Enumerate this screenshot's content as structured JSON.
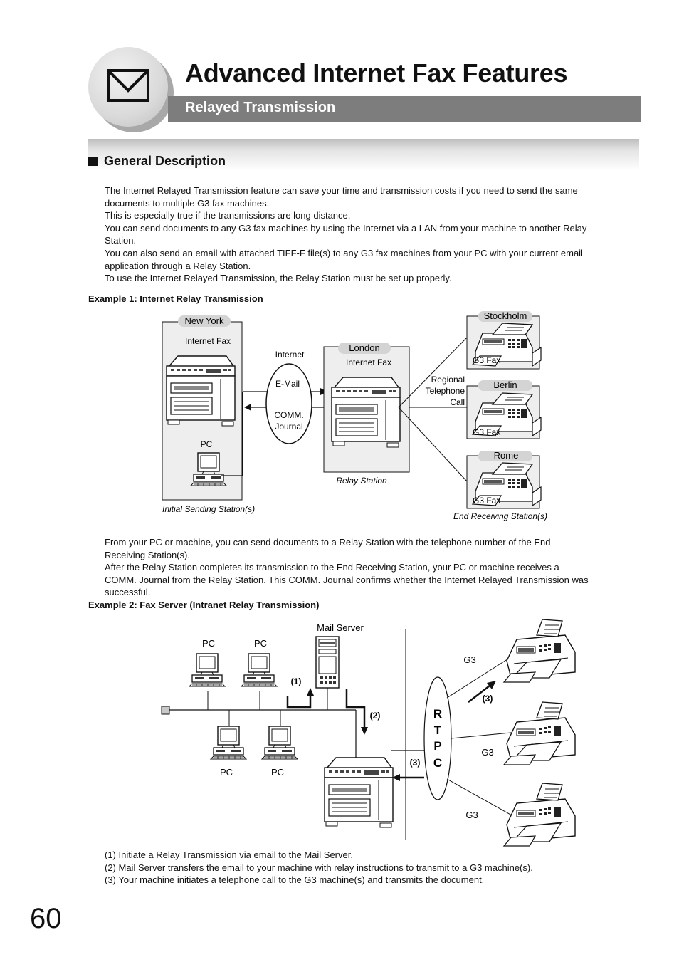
{
  "header": {
    "title": "Advanced Internet Fax Features",
    "subtitle": "Relayed Transmission",
    "icon": "envelope-icon"
  },
  "section": {
    "title": "General Description",
    "intro_lines": [
      "The Internet Relayed Transmission feature can save your time and transmission costs if you need to send the same",
      "documents to multiple G3 fax machines.",
      "This is especially true if the transmissions are long distance.",
      "You can send documents to any G3 fax machines by using the Internet via a LAN from your machine to another Relay",
      "Station.",
      "You can also send an email with attached TIFF-F file(s) to any G3 fax machines from your PC with your current email",
      "application through a Relay Station.",
      "To use the Internet Relayed Transmission, the Relay Station must be set up properly."
    ]
  },
  "example1": {
    "title": "Example 1: Internet Relay Transmission",
    "new_york": "New  York",
    "internet_fax_ny": "Internet Fax",
    "pc": "PC",
    "initial_station": "Initial Sending Station(s)",
    "internet": "Internet",
    "email": "E-Mail",
    "comm": "COMM.",
    "journal": "Journal",
    "london": "London",
    "internet_fax_london": "Internet Fax",
    "relay_station": "Relay  Station",
    "regional": "Regional",
    "telephone": "Telephone",
    "call": "Call",
    "stockholm": "Stockholm",
    "berlin": "Berlin",
    "rome": "Rome",
    "g3_fax": "G3 Fax",
    "end_station": "End Receiving Station(s)"
  },
  "middle_lines": [
    "From your PC or machine, you can send documents to a Relay Station with the telephone number of the End",
    "Receiving Station(s).",
    "After the Relay Station completes its transmission to the End Receiving Station, your PC or machine receives a",
    "COMM. Journal from the Relay Station. This COMM. Journal confirms whether the Internet Relayed Transmission was",
    "successful."
  ],
  "example2": {
    "title": "Example 2: Fax Server (Intranet Relay Transmission)",
    "mail_server": "Mail Server",
    "pc": "PC",
    "step1": "(1)",
    "step2": "(2)",
    "step3": "(3)",
    "rtpc": [
      "R",
      "T",
      "P",
      "C"
    ],
    "g3": "G3"
  },
  "steps": [
    "(1) Initiate a Relay Transmission via email to the Mail Server.",
    "(2) Mail Server transfers the email to your machine with relay instructions to transmit to a G3 machine(s).",
    "(3) Your machine initiates a telephone call to the G3 machine(s) and transmits the document."
  ],
  "page_number": "60"
}
